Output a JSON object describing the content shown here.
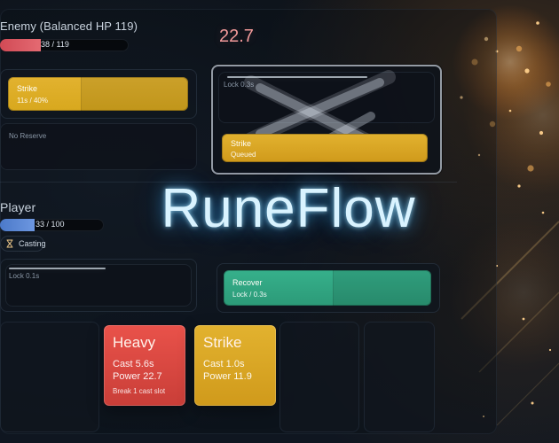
{
  "colors": {
    "enemy_hp": "#d14a55",
    "player_hp": "#4b79c9",
    "strike_gold": "#e2b22f",
    "recover_green": "#36b08b",
    "heavy_red": "#e9524a"
  },
  "enemy": {
    "title": "Enemy (Balanced HP 119)",
    "hp_text": "38 / 119",
    "hp_fraction": 0.32,
    "floating_damage": "22.7",
    "left_slot": {
      "action_name": "Strike",
      "action_detail": "11s / 40%"
    },
    "reserve_label": "No Reserve",
    "right_slot": {
      "lock_label": "Lock 0.3s",
      "lock_progress": 0.75,
      "queued_name": "Strike",
      "queued_label": "Queued"
    }
  },
  "player": {
    "title": "Player",
    "hp_text": "33 / 100",
    "hp_fraction": 0.33,
    "status_chip": "Casting",
    "left_slot": {
      "lock_label": "Lock 0.1s",
      "lock_progress": 0.52
    },
    "right_slot": {
      "action_name": "Recover",
      "action_detail": "Lock / 0.3s"
    },
    "hand": [
      {
        "name": "Heavy",
        "cast": "Cast 5.6s",
        "power": "Power 22.7",
        "note": "Break 1 cast slot"
      },
      {
        "name": "Strike",
        "cast": "Cast 1.0s",
        "power": "Power 11.9",
        "note": ""
      }
    ]
  },
  "logo": {
    "text": "RuneFlow"
  },
  "icons": {
    "hourglass": "hourglass-icon"
  }
}
